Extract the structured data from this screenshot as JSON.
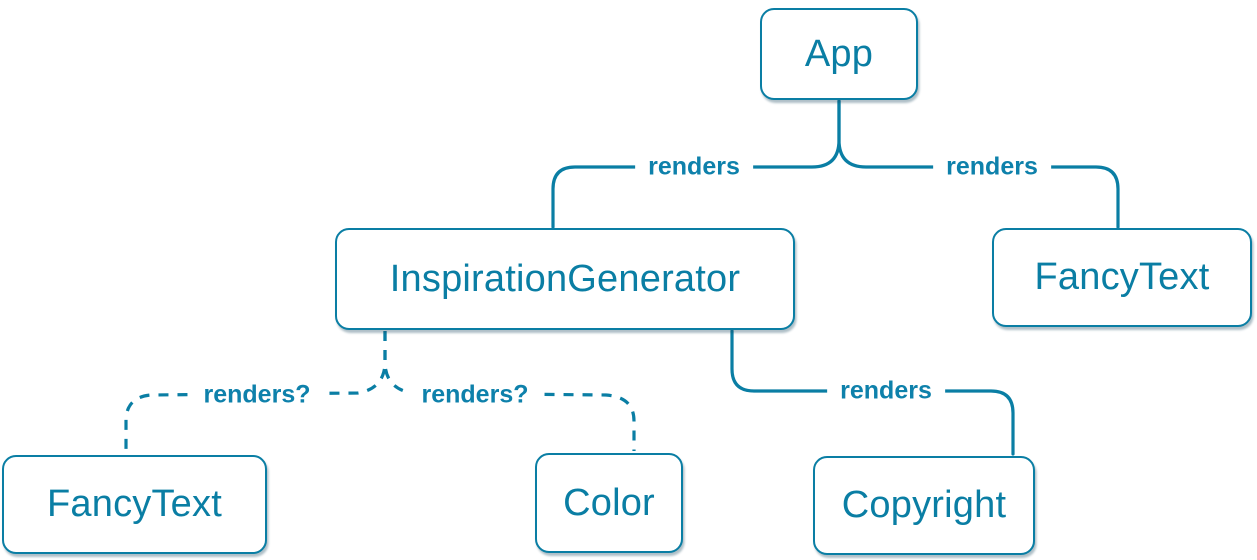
{
  "diagram": {
    "title": "react-component-render-tree",
    "background_color": "#ffffff",
    "accent_color": "#0a7ea4",
    "nodes": [
      {
        "id": "app",
        "label": "App"
      },
      {
        "id": "inspiration-generator",
        "label": "InspirationGenerator"
      },
      {
        "id": "fancy-text-top",
        "label": "FancyText"
      },
      {
        "id": "fancy-text-bottom",
        "label": "FancyText"
      },
      {
        "id": "color",
        "label": "Color"
      },
      {
        "id": "copyright",
        "label": "Copyright"
      }
    ],
    "edges": [
      {
        "from": "App",
        "to": "InspirationGenerator",
        "label": "renders",
        "style": "solid"
      },
      {
        "from": "App",
        "to": "FancyText",
        "label": "renders",
        "style": "solid"
      },
      {
        "from": "InspirationGenerator",
        "to": "FancyText",
        "label": "renders?",
        "style": "dashed"
      },
      {
        "from": "InspirationGenerator",
        "to": "Color",
        "label": "renders?",
        "style": "dashed"
      },
      {
        "from": "InspirationGenerator",
        "to": "Copyright",
        "label": "renders",
        "style": "solid"
      }
    ]
  }
}
